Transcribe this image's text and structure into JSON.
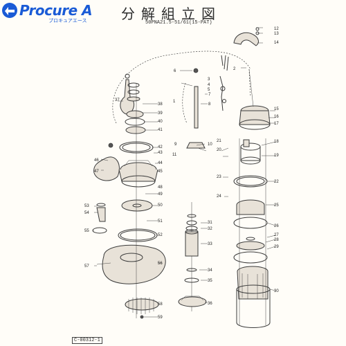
{
  "header": {
    "brand_name": "Procure A",
    "brand_sub": "プロキュアエース",
    "title": "分解組立図",
    "model_code": "50PNA21.5-51/61(15-PAT)"
  },
  "footer": {
    "drawing_number": "C-00312-1"
  },
  "icons": {
    "brand": "procure-a-logo-icon"
  },
  "colors": {
    "brand": "#1a5bd6",
    "line": "#3a3a3a"
  },
  "part_numbers": [
    "1",
    "2",
    "3",
    "4",
    "5",
    "6",
    "7",
    "8",
    "9",
    "10",
    "11",
    "12",
    "13",
    "14",
    "15",
    "16",
    "17",
    "18",
    "19",
    "20",
    "21",
    "22",
    "23",
    "24",
    "25",
    "26",
    "27",
    "28",
    "29",
    "30",
    "31",
    "32",
    "33",
    "34",
    "35",
    "36",
    "37",
    "38",
    "39",
    "40",
    "41",
    "42",
    "43",
    "44",
    "45",
    "46",
    "47",
    "48",
    "49",
    "50",
    "51",
    "52",
    "53",
    "54",
    "55",
    "56",
    "57",
    "58",
    "59"
  ]
}
